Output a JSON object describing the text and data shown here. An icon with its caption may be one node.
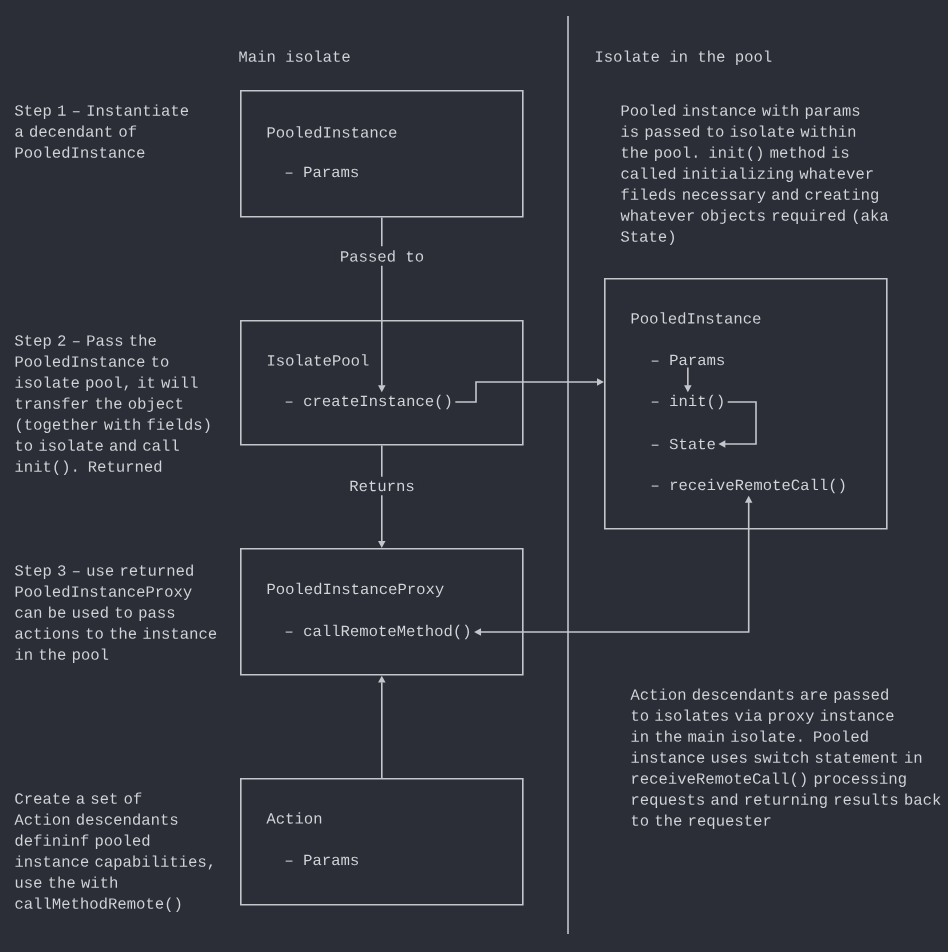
{
  "diagram": {
    "nodes": [
      {
        "text": [
          "PooledInstance"
        ]
      },
      {
        "text": [
          "– Params"
        ],
        "in": 0
      },
      {
        "text": [
          "IsolatePool"
        ]
      },
      {
        "text": [
          "– createInstance()"
        ],
        "in": 2
      },
      {
        "text": [
          "PooledInstanceProxy"
        ]
      },
      {
        "text": [
          "– callRemoteMethod()"
        ],
        "in": 4
      },
      {
        "text": [
          "Action"
        ]
      },
      {
        "text": [
          "– Params"
        ],
        "in": 6
      },
      {
        "text": [
          "PooledInstance"
        ]
      },
      {
        "text": [
          "– Params"
        ],
        "in": 8
      },
      {
        "text": [
          "– init()"
        ],
        "in": 8
      },
      {
        "text": [
          "– State"
        ],
        "in": 8
      },
      {
        "text": [
          "– receiveRemoteCall()"
        ],
        "in": 8
      }
    ],
    "edges": [
      {
        "from": 0,
        "to": 3,
        "arrow": "to",
        "label": "Passed to"
      },
      {
        "from": 3,
        "to": 8,
        "arrow": "to"
      },
      {
        "from": 9,
        "to": 10,
        "arrow": "to"
      },
      {
        "from": 10,
        "to": 11,
        "arrow": "to"
      },
      {
        "from": 2,
        "to": 4,
        "arrow": "to",
        "label": "Returns"
      },
      {
        "from": 12,
        "to": 5,
        "arrow": "both"
      },
      {
        "from": 6,
        "to": 4,
        "arrow": "to"
      }
    ],
    "labels": [
      "Main isolate",
      "Isolate in the pool",
      "Step 1 – Instantiate a decendant of PooledInstance",
      "Pooled instance with params is passed to isolate within the pool. init() method is called initializing whatever fileds necessary and creating whatever objects required (aka State)",
      "Step 2 – Pass the PooledInstance to isolate pool, it will transfer the object (together with fields) to isolate and call init(). Returned",
      "Step 3 – use returned PooledInstanceProxy can be used to pass actions to the instance in the pool",
      "Action descendants are passed to isolates via proxy instance in the main isolate. Pooled instance uses switch statement in receiveRemoteCall() processing requests and returning results back to the requester",
      "Create a set of Action descendants defininf pooled instance capabilities, use the with callMethodRemote()"
    ]
  }
}
